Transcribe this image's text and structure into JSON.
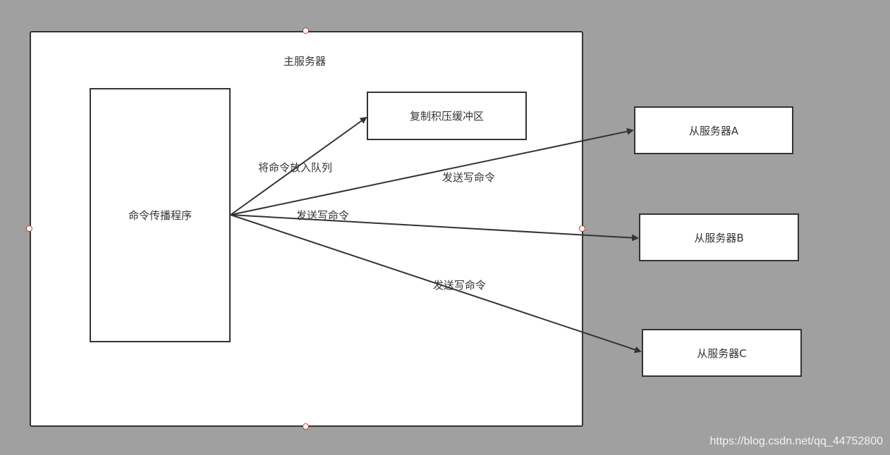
{
  "diagram": {
    "main_server_label": "主服务器",
    "propagator_label": "命令传播程序",
    "backlog_label": "复制积压缓冲区",
    "enqueue_label": "将命令放入队列",
    "send_label_a": "发送写命令",
    "send_label_b": "发送写命令",
    "send_label_c": "发送写命令",
    "slaves": [
      {
        "label": "从服务器A"
      },
      {
        "label": "从服务器B"
      },
      {
        "label": "从服务器C"
      }
    ]
  },
  "colors": {
    "background": "#a0a0a0",
    "box_fill": "#ffffff",
    "stroke": "#333333",
    "handle": "#c0392b"
  },
  "watermark": "https://blog.csdn.net/qq_44752800"
}
